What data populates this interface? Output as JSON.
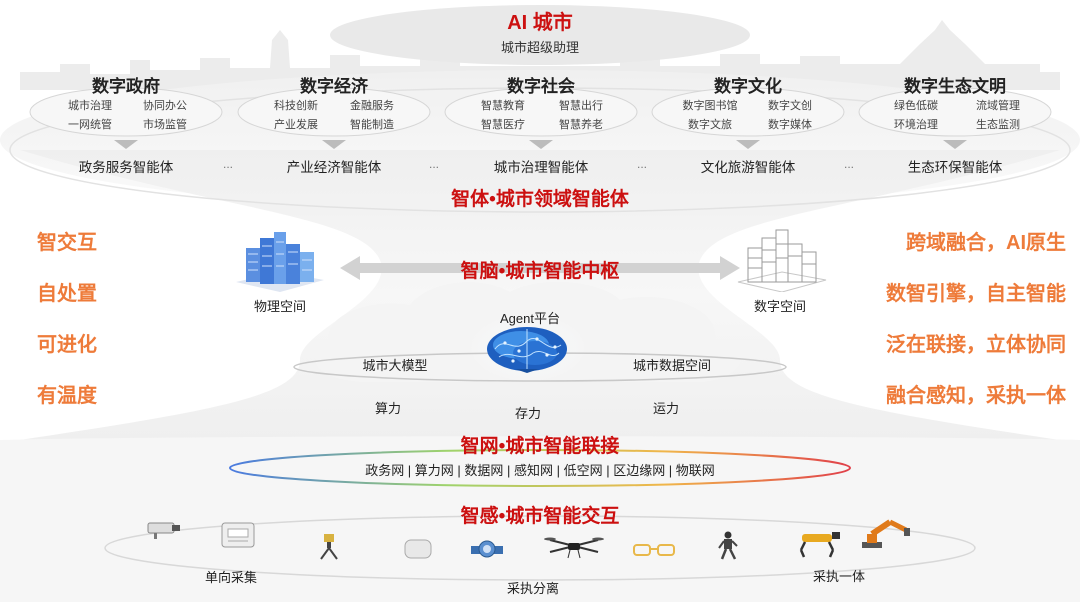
{
  "header": {
    "title": "AI 城市",
    "subtitle": "城市超级助理"
  },
  "domains": [
    {
      "title": "数字政府",
      "items": [
        "城市治理",
        "协同办公",
        "一网统管",
        "市场监管"
      ],
      "agent": "政务服务智能体"
    },
    {
      "title": "数字经济",
      "items": [
        "科技创新",
        "金融服务",
        "产业发展",
        "智能制造"
      ],
      "agent": "产业经济智能体"
    },
    {
      "title": "数字社会",
      "items": [
        "智慧教育",
        "智慧出行",
        "智慧医疗",
        "智慧养老"
      ],
      "agent": "城市治理智能体"
    },
    {
      "title": "数字文化",
      "items": [
        "数字图书馆",
        "数字文创",
        "数字文旅",
        "数字媒体"
      ],
      "agent": "文化旅游智能体"
    },
    {
      "title": "数字生态文明",
      "items": [
        "绿色低碳",
        "流域管理",
        "环境治理",
        "生态监测"
      ],
      "agent": "生态环保智能体"
    }
  ],
  "ellipsis": "...",
  "layers": {
    "body": "智体•城市领域智能体",
    "brain": "智脑•城市智能中枢",
    "network": "智网•城市智能联接",
    "sense": "智感•城市智能交互"
  },
  "left_traits": [
    "智交互",
    "自处置",
    "可进化",
    "有温度"
  ],
  "right_traits": [
    "跨域融合，AI原生",
    "数智引擎，自主智能",
    "泛在联接，立体协同",
    "融合感知，采执一体"
  ],
  "brain": {
    "physical": "物理空间",
    "digital": "数字空间",
    "agent_platform": "Agent平台",
    "model": "城市大模型",
    "data_space": "城市数据空间",
    "compute": "算力",
    "storage": "存力",
    "transport": "运力"
  },
  "networks": "政务网 | 算力网 | 数据网 | 感知网 | 低空网 | 区边缘网 | 物联网",
  "bottom": {
    "left": "单向采集",
    "middle": "采执分离",
    "right": "采执一体"
  },
  "colors": {
    "accent_red": "#cc1010",
    "accent_orange": "#ee7b3a"
  },
  "icons": [
    "building-icon",
    "wireframe-building-icon",
    "brain-icon",
    "camera-icon",
    "meter-icon",
    "surveying-instrument-icon",
    "sensor-box-icon",
    "valve-icon",
    "drone-icon",
    "smart-glasses-icon",
    "robot-icon",
    "robot-dog-icon",
    "robotic-arm-icon"
  ]
}
